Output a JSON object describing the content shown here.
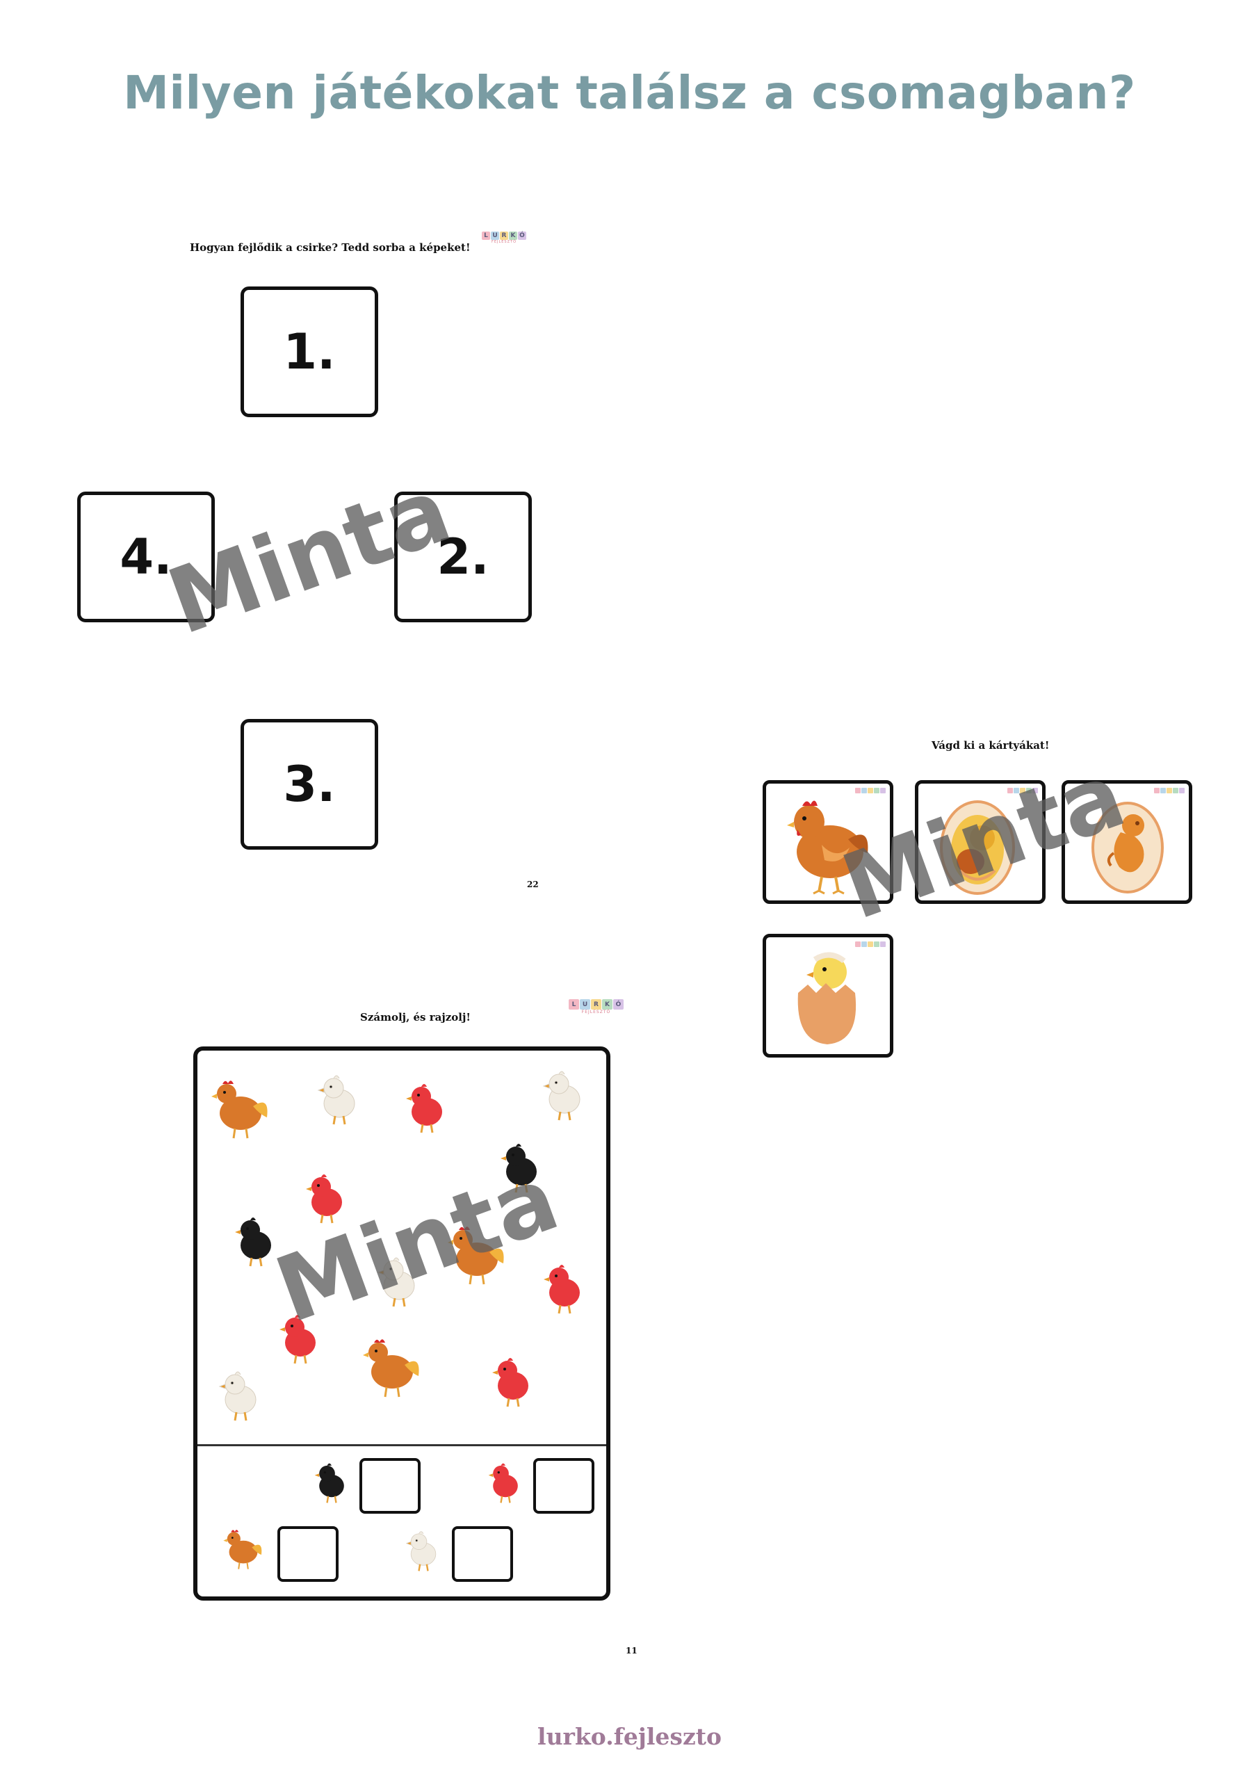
{
  "header": {
    "title": "Milyen játékokat találsz a csomagban?"
  },
  "worksheet_sequence": {
    "instruction": "Hogyan fejlődik a csirke? Tedd sorba a képeket!",
    "boxes": [
      "1.",
      "2.",
      "3.",
      "4."
    ],
    "page_number": "22"
  },
  "cards_page": {
    "instruction": "Vágd ki a kártyákat!",
    "cards": [
      "hen",
      "chick-embryo-in-egg",
      "embryo-in-egg",
      "chick-hatching-from-egg"
    ]
  },
  "counting_sheet": {
    "instruction": "Számolj, és rajzolj!",
    "page_number": "11",
    "count_rows": [
      {
        "animal": "black-chick"
      },
      {
        "animal": "red-chick"
      },
      {
        "animal": "hen"
      },
      {
        "animal": "white-chick"
      }
    ]
  },
  "logo": {
    "tiles": [
      "L",
      "U",
      "R",
      "K",
      "Ó"
    ],
    "subtitle": "FEJLESZTŐ"
  },
  "watermark": {
    "text": "Minta"
  },
  "footer": {
    "handle": "lurko.fejleszto"
  },
  "colors": {
    "title": "#7a9ca3",
    "footer": "#a07b98",
    "hen": "#d9782a",
    "red_chick": "#e8383d",
    "black_chick": "#1b1b1b",
    "white_chick": "#f1ece2",
    "egg": "#e8a066"
  }
}
